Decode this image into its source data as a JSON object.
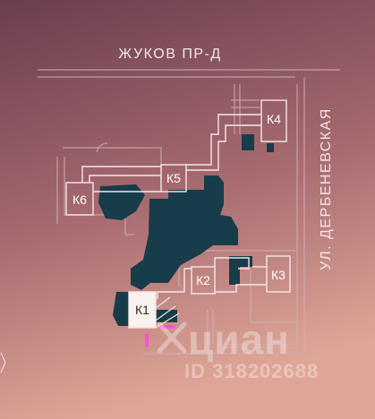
{
  "map": {
    "streets": {
      "horizontal": "ЖУКОВ ПР-Д",
      "vertical": "УЛ. ДЕРБЕНЕВСКАЯ"
    },
    "buildings": [
      {
        "id": "k1",
        "label": "К1",
        "highlighted": true
      },
      {
        "id": "k2",
        "label": "К2",
        "highlighted": false
      },
      {
        "id": "k3",
        "label": "К3",
        "highlighted": false
      },
      {
        "id": "k4",
        "label": "К4",
        "highlighted": false
      },
      {
        "id": "k5",
        "label": "К5",
        "highlighted": false
      },
      {
        "id": "k6",
        "label": "К6",
        "highlighted": false
      }
    ],
    "colors": {
      "background_top": "#6d3f4f",
      "background_bottom": "#dca294",
      "courtyard": "#173c4a",
      "outline": "#f3e7ea",
      "road": "#c8a7ad",
      "highlight_fill": "#fbf1ee",
      "entrance_marker": "#ff4fd8"
    }
  },
  "watermark": {
    "logo": "циан",
    "id_text": "ID 318202688"
  }
}
